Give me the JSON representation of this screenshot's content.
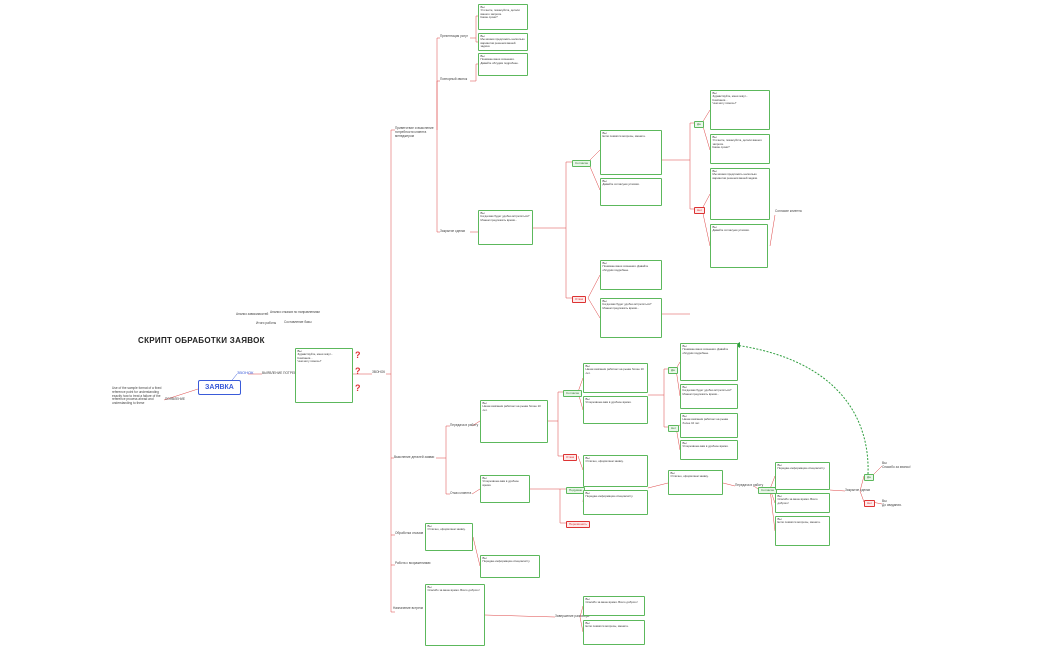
{
  "title": "СКРИПТ ОБРАБОТКИ ЗАЯВОК",
  "root": "ЗАЯВКА",
  "left_note": "Use of the sample format of a fixed reference point for understanding exactly how to treat a failure of the reference process ahead and understanding to these",
  "left_label": "ПОЯВЛЕНИЕ",
  "branch_blue": "ЗВОНОК",
  "branch_first": "ВЫЯВЛЕНИЕ ПОТРЕБНОСТИ",
  "call_label": "ЗВОНОК",
  "side_notes": [
    "Анализ зависимостей",
    "Анализ отказов по направлениям",
    "Итоги работы",
    "Составление базы"
  ],
  "nodes": {
    "n1": "Приветствие и выяснение потребности клиента менеджером",
    "n2": "Выяснение деталей заявки",
    "n3": "Обработка отказов",
    "n4": "Работа с возражениями",
    "n5": "Назначение встречи",
    "n6": "Презентация услуг",
    "n7": "Повторный звонок",
    "n8": "Закрытие сделки",
    "n9": "Передача в работу",
    "n10": "Отказ клиента",
    "n11": "Согласие клиента",
    "n12": "Завершение разговора"
  },
  "tags": {
    "t_agree": "Согласие",
    "t_refuse": "Отказ",
    "t_think": "Подумаю",
    "t_yes": "Да",
    "t_no": "Нет",
    "t_later": "Перезвонить"
  },
  "boxes": [
    "Вы:\nЗдравствуйте, меня зовут...\nКомпания...\nЧем могу помочь?",
    "Вы:\nУточните, пожалуйста, детали вашего запроса.\nКакие сроки?",
    "Вы:\nМы можем предложить несколько вариантов решения вашей задачи.",
    "Вы:\nПонимаю ваши сомнения. Давайте обсудим подробнее.",
    "Вы:\nКогда вам будет удобно встретиться?\nМожем предложить время...",
    "Вы:\nНаша компания работает на рынке более 10 лет.",
    "Вы:\nЯ перезвоню вам в удобное время.",
    "Вы:\nОтлично, оформляем заявку.",
    "Вы:\nПередаю информацию специалисту.",
    "Вы:\nСпасибо за ваше время. Всего доброго!",
    "Вы:\nЕсли появятся вопросы, звоните.",
    "Вы:\nДавайте согласуем условия."
  ],
  "end_notes": [
    "Вы:\nСпасибо за звонок!",
    "Вы:\nДо свидания."
  ]
}
